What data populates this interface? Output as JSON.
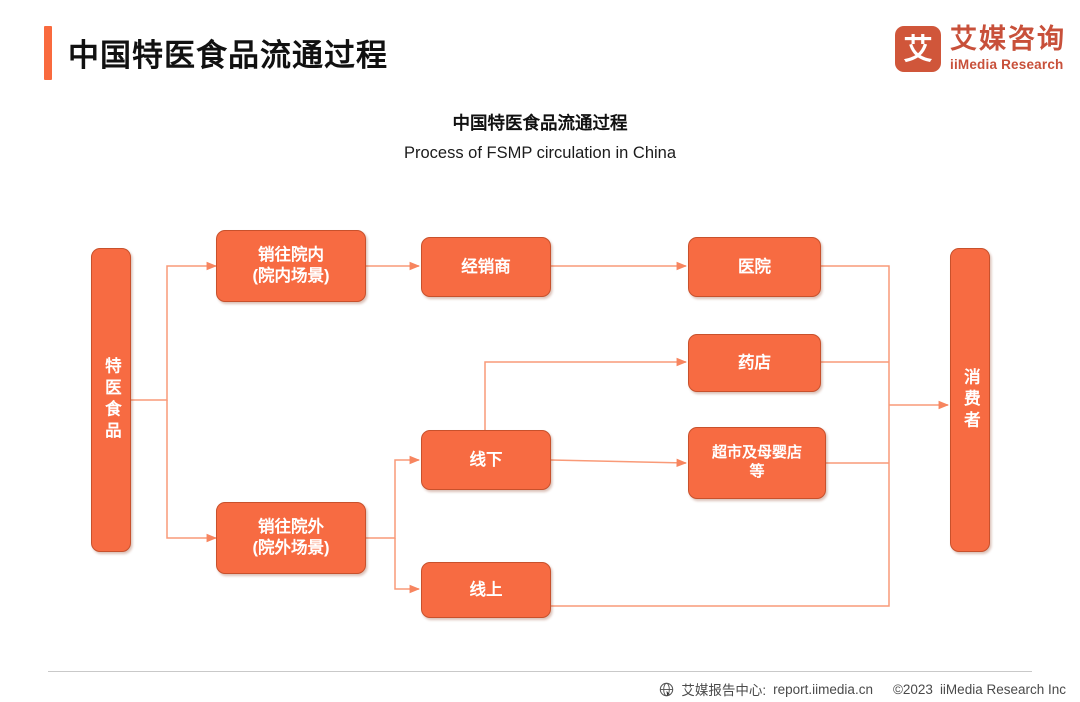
{
  "header": {
    "title": "中国特医食品流通过程",
    "accent_color": "#F96A3E",
    "logo": {
      "mark_glyph": "艾",
      "mark_name": "iimedia-logo-mark",
      "brand_cn": "艾媒咨询",
      "brand_en": "iiMedia Research",
      "brand_color": "#C8503A"
    }
  },
  "chart_title": {
    "cn": "中国特医食品流通过程",
    "en": "Process of FSMP circulation in China"
  },
  "diagram": {
    "type": "flowchart",
    "node_fill": "#F76B42",
    "node_border": "#C8512C",
    "connector_color": "#F99A78",
    "nodes": {
      "source": "特医食品",
      "in_hospital": "销往院内\n(院内场景)",
      "in_hospital_line1": "销往院内",
      "in_hospital_line2": "(院内场景)",
      "out_hospital_line1": "销往院外",
      "out_hospital_line2": "(院外场景)",
      "distributor": "经销商",
      "offline": "线下",
      "online": "线上",
      "hospital": "医院",
      "pharmacy": "药店",
      "supermarket_line1": "超市及母婴店",
      "supermarket_line2": "等",
      "consumer": "消费者"
    },
    "edges": [
      {
        "from": "特医食品",
        "to": "销往院内(院内场景)"
      },
      {
        "from": "特医食品",
        "to": "销往院外(院外场景)"
      },
      {
        "from": "销往院内(院内场景)",
        "to": "经销商"
      },
      {
        "from": "经销商",
        "to": "医院"
      },
      {
        "from": "销往院外(院外场景)",
        "to": "线下"
      },
      {
        "from": "销往院外(院外场景)",
        "to": "线上"
      },
      {
        "from": "线下",
        "to": "药店"
      },
      {
        "from": "线下",
        "to": "超市及母婴店等"
      },
      {
        "from": "医院",
        "to": "消费者"
      },
      {
        "from": "药店",
        "to": "消费者"
      },
      {
        "from": "超市及母婴店等",
        "to": "消费者"
      },
      {
        "from": "线上",
        "to": "消费者"
      }
    ]
  },
  "footer": {
    "icon": "globe-icon",
    "report_center": "艾媒报告中心:",
    "url": "report.iimedia.cn",
    "copyright": "©2023",
    "company": "iiMedia Research  Inc"
  }
}
